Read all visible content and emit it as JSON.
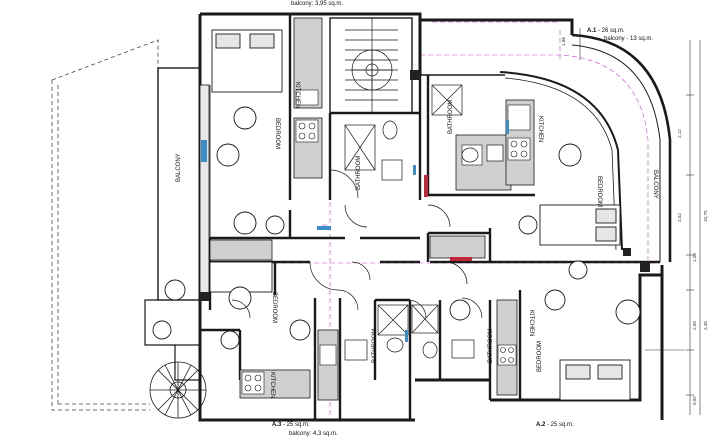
{
  "top_note": "balcony: 3,95 sq.m.",
  "apartments": {
    "a1": {
      "code": "A.1",
      "area": "- 26 sq.m.",
      "balcony": "balcony - 13 sq.m."
    },
    "a2": {
      "code": "A.2",
      "area": "- 25 sq.m."
    },
    "a3": {
      "code": "A.3",
      "area": "- 25 sq.m.",
      "balcony": "balcony: 4,3 sq.m."
    }
  },
  "rooms": {
    "balcony_left": "BALCONY",
    "balcony_right": "BALCONY",
    "kitchen_top_left": "KITCHEN",
    "bedroom_top_left": "BEDROOM",
    "bathroom_top_center": "BATHROOM",
    "bathroom_top_right": "BATHROOM",
    "kitchen_top_right": "KITCHEN",
    "bedroom_right": "BEDROOM",
    "bedroom_bottom_left": "BEDROOM",
    "kitchen_bottom_left": "KITCHEN",
    "bathroom_bottom_left": "BATHROOM",
    "bathroom_bottom_right": "BATHROOM",
    "kitchen_bottom_right": "KITCHEN",
    "bedroom_bottom_right": "BEDROOM"
  },
  "dimensions": {
    "d1": "1,86",
    "d2": "2,12",
    "d3": "2,52",
    "d4": "10,70",
    "d5": "1,06",
    "d6": "2,00",
    "d7": "2,45",
    "d8": "0,92"
  },
  "colors": {
    "wall": "#1a1a1a",
    "wall_fill": "#c8c8c8",
    "guide_line": "#d13fd1",
    "door_red": "#c0283a",
    "window_blue": "#3a8fc8"
  }
}
